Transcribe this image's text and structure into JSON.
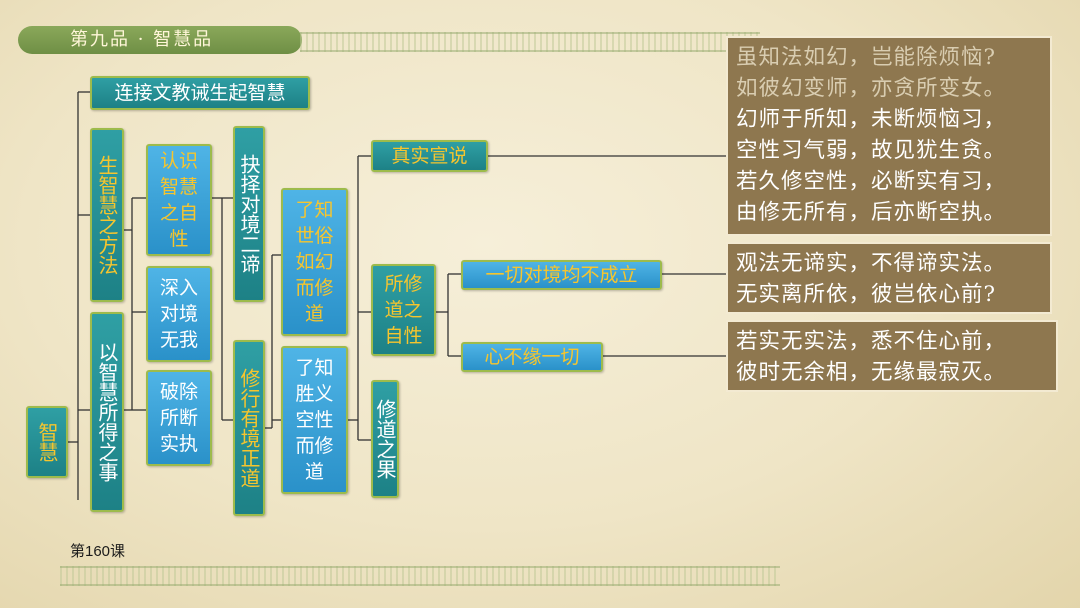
{
  "header": {
    "title": "第九品 · 智慧品"
  },
  "footer": {
    "lesson": "第160课"
  },
  "colors": {
    "teal": "#1d8186",
    "blue": "#2a91c9",
    "gold": "#f6c52e",
    "brown": "#8e774f",
    "green_border": "#9dbb4c"
  },
  "tree": {
    "root": "智慧",
    "connect": "连接文教诫生起智慧",
    "method": "生智慧之方法",
    "result": "以智慧所得之事",
    "recognize": "认识智慧之自性",
    "no_self": "深入对境无我",
    "break_attach": "破除所断实执",
    "choose": "抉择对境二谛",
    "practice": "修行有境正道",
    "conventional": "了知世俗如幻而修道",
    "ultimate": "了知胜义空性而修道",
    "fruit": "修道之果",
    "true_speech": "真实宣说",
    "path_nature": "所修道之自性",
    "no_establish": "一切对境均不成立",
    "mind_no_cling": "心不缘一切"
  },
  "verses": {
    "v1": [
      "虽知法如幻，岂能除烦恼?",
      "如彼幻变师，亦贪所变女。",
      "幻师于所知，未断烦恼习，",
      "空性习气弱，故见犹生贪。",
      "若久修空性，必断实有习，",
      "由修无所有，后亦断空执。"
    ],
    "v2": [
      "观法无谛实，不得谛实法。",
      "无实离所依，彼岂依心前?"
    ],
    "v3": [
      "若实无实法，悉不住心前，",
      "彼时无余相，无缘最寂灭。"
    ]
  }
}
